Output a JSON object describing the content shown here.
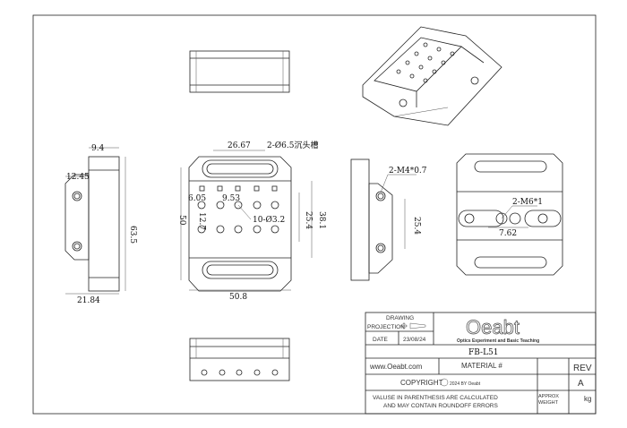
{
  "dimensions": {
    "top_width_slot": "26.67",
    "slot_callout": "2-Ø6.5沉头槽",
    "hole_offset_x": "6.05",
    "hole_pitch": "9.53",
    "hole_pitch_y": "12.7",
    "hole_callout": "10-Ø3.2",
    "height_50": "50",
    "span_25_4": "25.4",
    "span_38_1": "38.1",
    "width_50_8": "50.8",
    "side_thickness": "9.4",
    "side_offset": "12.45",
    "side_height": "63.5",
    "side_depth": "21.84",
    "thread_m4": "2-M4*0.7",
    "side_span": "25.4",
    "thread_m6": "2-M6*1",
    "m6_pitch": "7.62"
  },
  "title_block": {
    "drawing": "DRAWING",
    "projection": "PROJECTION",
    "date_label": "DATE",
    "date_value": "23/08/24",
    "logo": "Oeabt",
    "tagline": "Optics Experiment and Basic Teaching",
    "part_number": "FB-L51",
    "website": "www.Oeabt.com",
    "material": "MATERIAL #",
    "rev_label": "REV",
    "rev_value": "A",
    "copyright": "COPYRIGHT",
    "copyright_year": "2024 BY Oeabt",
    "note_line1": "VALUSE IN PARENTHESIS ARE CALCULATED",
    "note_line2": "AND MAY CONTAIN ROUNDOFF ERRORS",
    "weight_label1": "APPROX",
    "weight_label2": "WEIGHT",
    "weight_unit": "kg"
  }
}
